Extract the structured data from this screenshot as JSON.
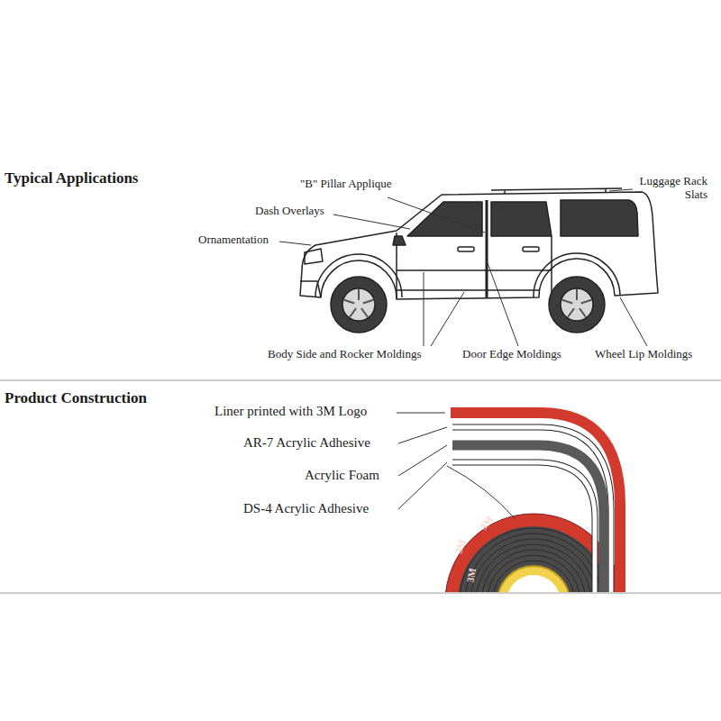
{
  "diagram": {
    "labels": [
      "Typical Applications",
      "\"B\" Pillar Applique",
      "Luggage Rack Slats",
      "Dash Overlays",
      "Ornamentation",
      "Body Side and Rocker Moldings",
      "Door Edge Moldings",
      "Wheel Lip Moldings",
      "Product Construction",
      "Liner printed with 3M Logo",
      "AR-7 Acrylic Adhesive",
      "Acrylic Foam",
      "DS-4 Acrylic Adhesive",
      "3M",
      "3M",
      "3M"
    ]
  }
}
